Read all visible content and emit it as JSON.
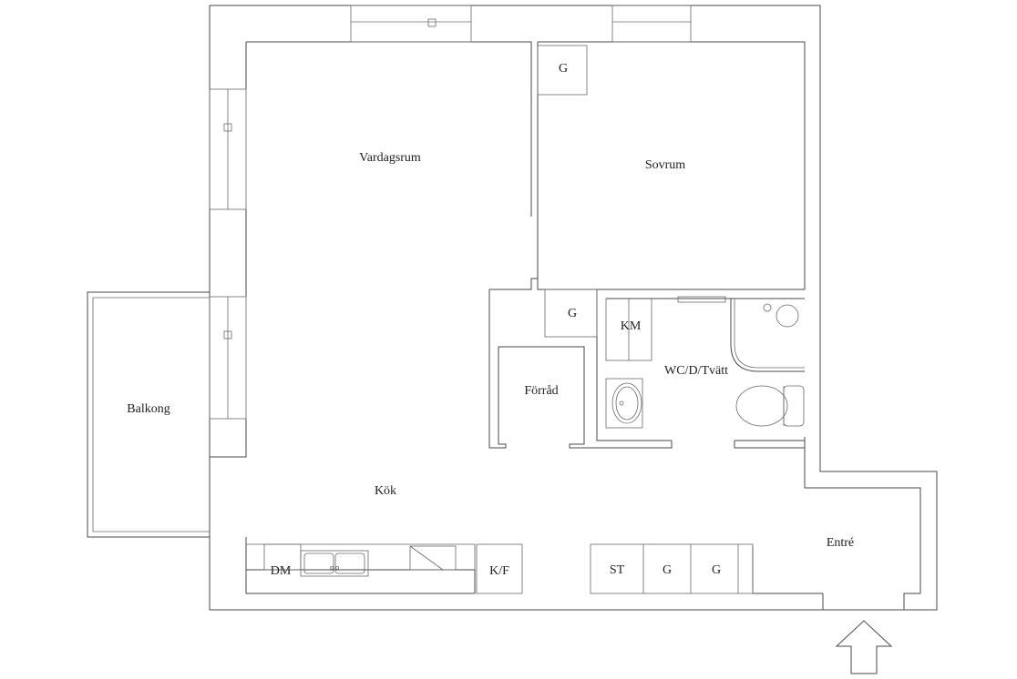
{
  "rooms": {
    "vardagsrum": "Vardagsrum",
    "sovrum": "Sovrum",
    "balkong": "Balkong",
    "kok": "Kök",
    "forrad": "Förråd",
    "wc": "WC/D/Tvätt",
    "entre": "Entré"
  },
  "fixtures": {
    "g_sovrum": "G",
    "g_hall": "G",
    "km": "KM",
    "dm": "DM",
    "kf": "K/F",
    "st": "ST",
    "g1": "G",
    "g2": "G"
  },
  "colors": {
    "line": "#4a4a4a",
    "text": "#222222"
  }
}
